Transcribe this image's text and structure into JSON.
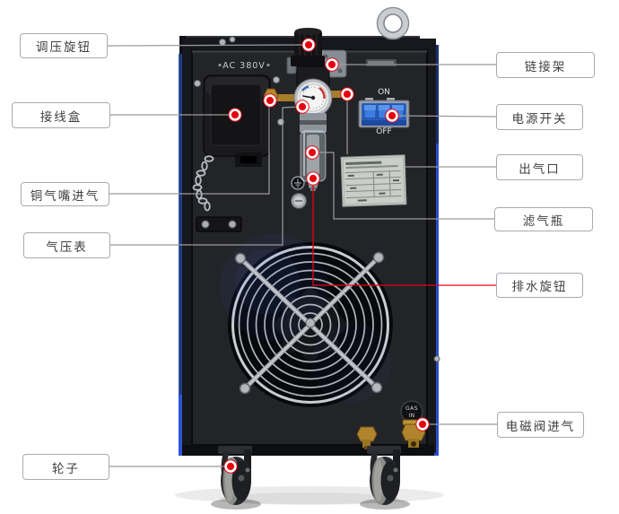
{
  "callouts": {
    "left": [
      {
        "text": "调压旋钮"
      },
      {
        "text": "接线盒"
      },
      {
        "text": "铜气嘴进气"
      },
      {
        "text": "气压表"
      },
      {
        "text": "轮子"
      }
    ],
    "right": [
      {
        "text": "链接架"
      },
      {
        "text": "电源开关"
      },
      {
        "text": "出气口"
      },
      {
        "text": "滤气瓶"
      },
      {
        "text": "排水旋钮"
      },
      {
        "text": "电磁阀进气"
      }
    ]
  },
  "machine": {
    "voltage_label": "AC 380V",
    "power_on": "ON",
    "power_off": "OFF",
    "gas_in_line1": "GAS",
    "gas_in_line2": "IN"
  },
  "colors": {
    "annotation_line": "#9b9b9b",
    "drain_annotation_line": "#e60012",
    "callout_dot_red": "#e8000d",
    "case_blue": "#2b4ecb",
    "switch_blue": "#2e6fd9",
    "brass": "#b0842c"
  }
}
